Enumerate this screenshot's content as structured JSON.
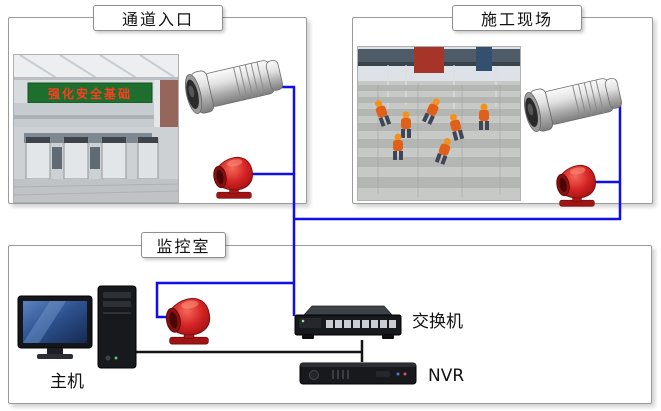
{
  "panels": {
    "entrance": {
      "title": "通道入口"
    },
    "construction": {
      "title": "施工现场"
    },
    "control_room": {
      "title": "监控室"
    }
  },
  "devices": {
    "host_label": "主机",
    "switch_label": "交换机",
    "nvr_label": "NVR"
  },
  "photos": {
    "entrance_banner_text": "强化安全基础"
  },
  "colors": {
    "cable_blue": "#0f0fe8",
    "cable_black": "#141414",
    "alarm_red": "#c1121f"
  }
}
